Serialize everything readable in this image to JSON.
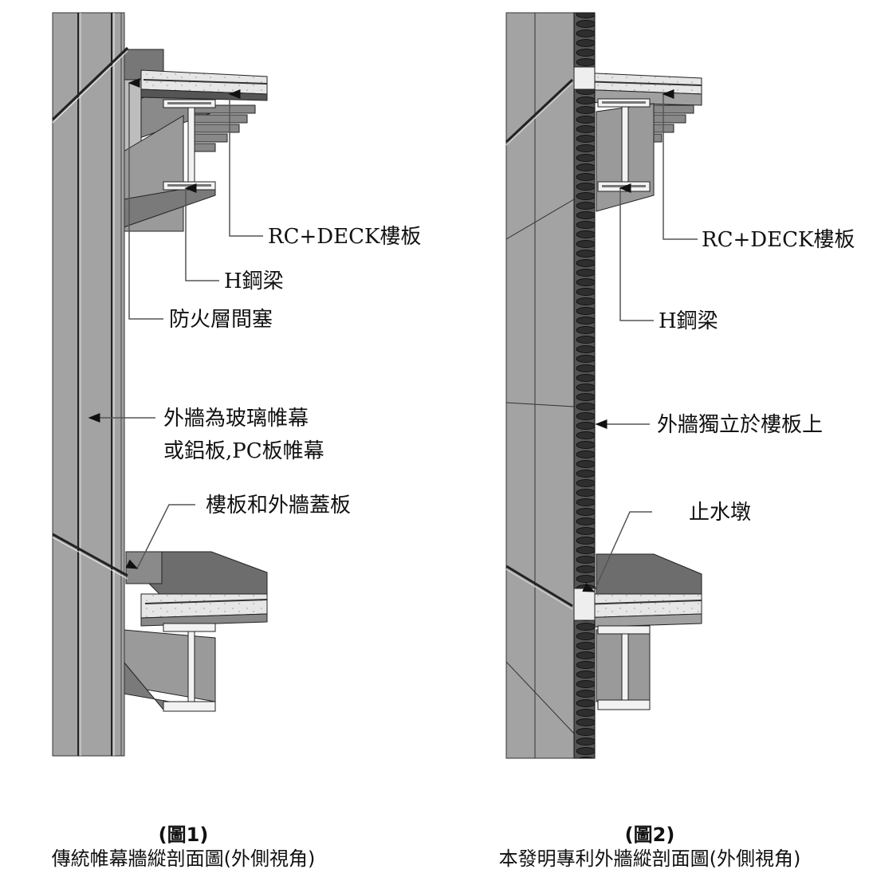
{
  "figure1": {
    "number_label": "(圖1)",
    "caption": "傳統帷幕牆縱剖面圖(外側視角)",
    "callouts": {
      "slab": "RC+DECK樓板",
      "beam": "H鋼梁",
      "firestop": "防火層間塞",
      "wall_line1": "外牆為玻璃帷幕",
      "wall_line2": "或鋁板,PC板帷幕",
      "cover": "樓板和外牆蓋板"
    }
  },
  "figure2": {
    "number_label": "(圖2)",
    "caption": "本發明專利外牆縱剖面圖(外側視角)",
    "callouts": {
      "slab": "RC+DECK樓板",
      "beam": "H鋼梁",
      "wall": "外牆獨立於樓板上",
      "curb": "止水墩"
    }
  },
  "colors": {
    "panel": "#9a9a9a",
    "panel_dark": "#6f6f6f",
    "slab_top": "#7a7a7a",
    "concrete": "#e4e4e4",
    "steel": "#a8a8a8",
    "insulation": "#3a3a3a",
    "leader": "#555555"
  }
}
